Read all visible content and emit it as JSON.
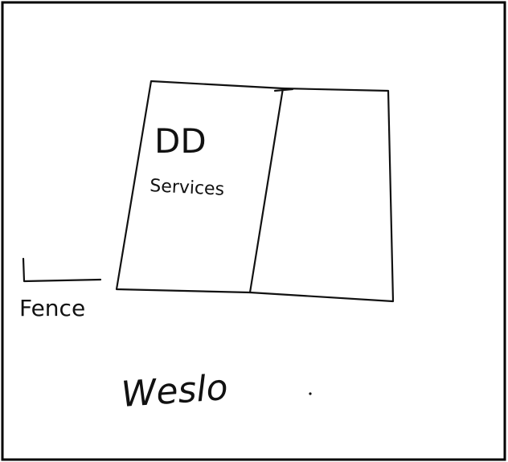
{
  "sketch": {
    "building_title": "DD",
    "building_subtitle": "Services",
    "fence_label": "Fence",
    "signature": "Weslo"
  }
}
